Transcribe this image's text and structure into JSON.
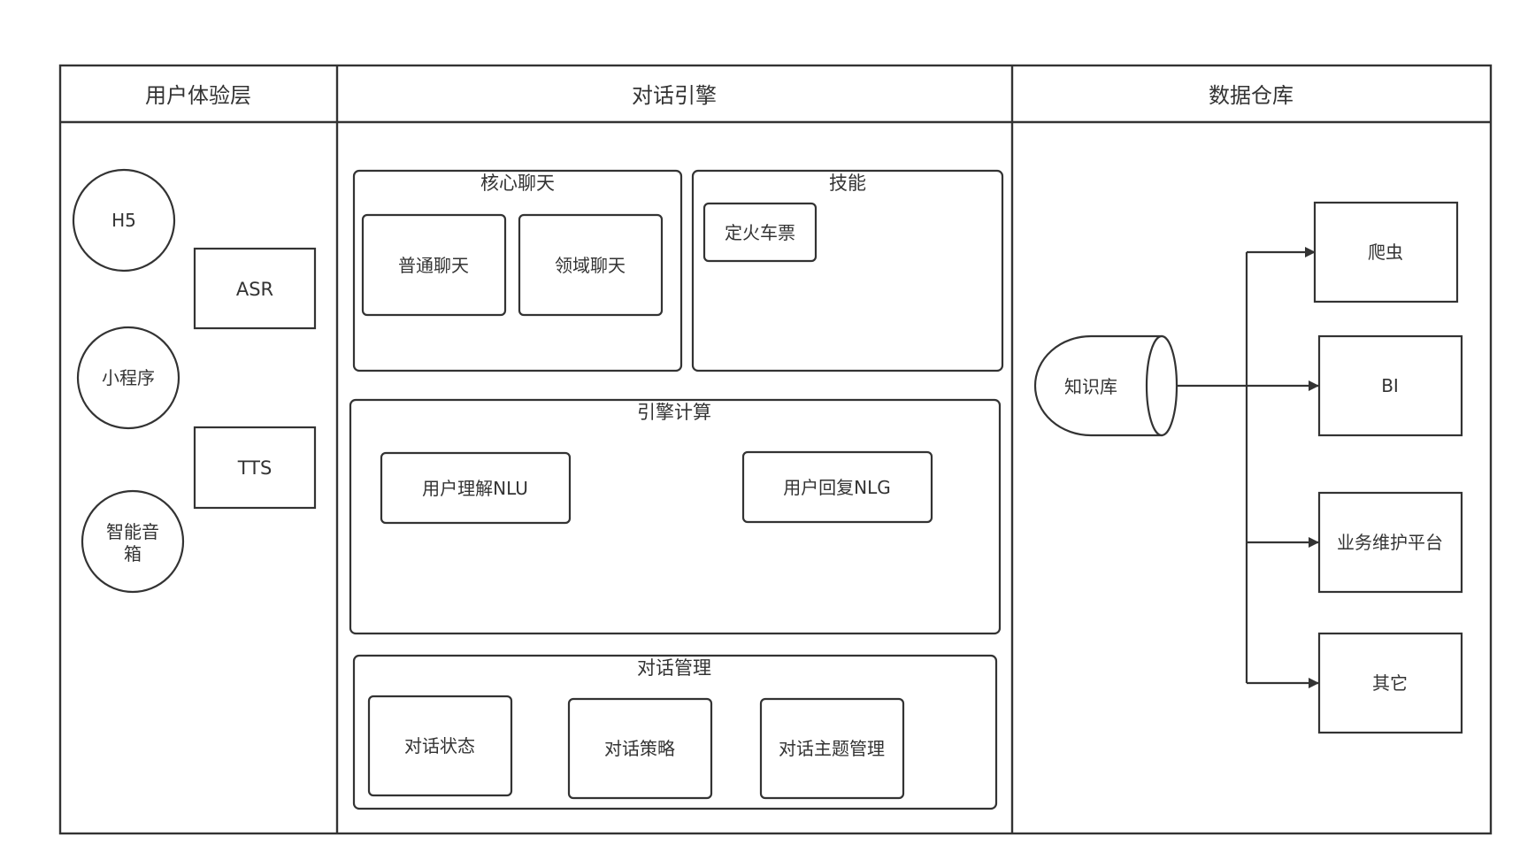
{
  "columns": {
    "ux": "用户体验层",
    "engine": "对话引擎",
    "data": "数据仓库"
  },
  "ux_layer": {
    "h5": "H5",
    "mini_program": "小程序",
    "smart_speaker": [
      "智能音",
      "箱"
    ],
    "asr": "ASR",
    "tts": "TTS"
  },
  "engine": {
    "core_chat": {
      "title": "核心聊天",
      "general_chat": "普通聊天",
      "domain_chat": "领域聊天"
    },
    "skills": {
      "title": "技能",
      "train_ticket": "定火车票"
    },
    "engine_compute": {
      "title": "引擎计算",
      "nlu": "用户理解NLU",
      "nlg": "用户回复NLG"
    },
    "dialog_management": {
      "title": "对话管理",
      "state": "对话状态",
      "policy": "对话策略",
      "topic": "对话主题管理"
    }
  },
  "data_warehouse": {
    "knowledge_base": "知识库",
    "crawler": "爬虫",
    "bi": "BI",
    "business_platform": "业务维护平台",
    "other": "其它"
  }
}
